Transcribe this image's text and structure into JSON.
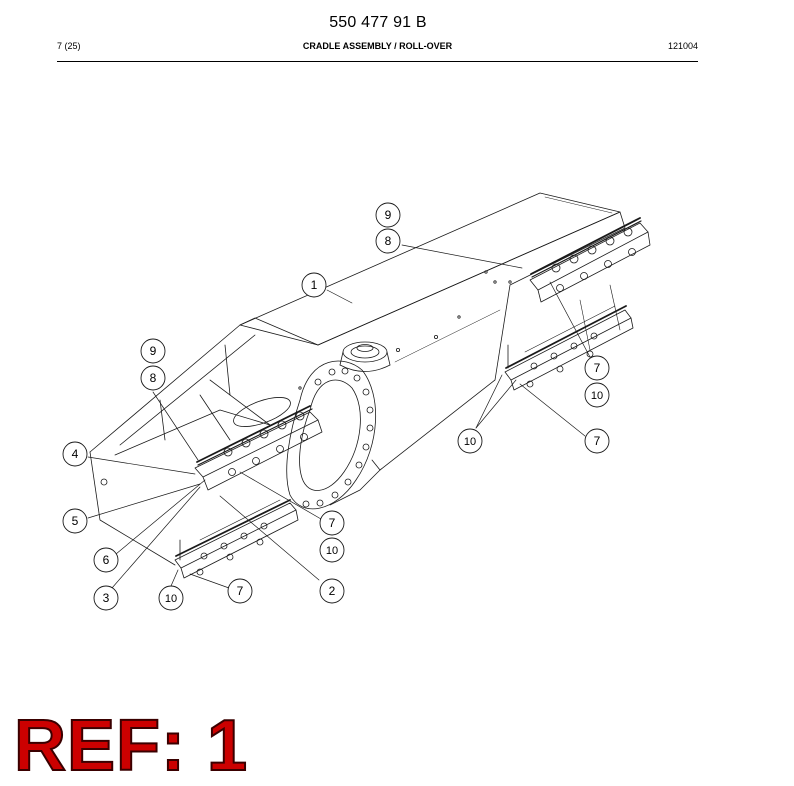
{
  "header": {
    "doc_number": "550 477 91 B",
    "page_ref": "7 (25)",
    "section_title": "CRADLE ASSEMBLY / ROLL-OVER",
    "date_code": "121004"
  },
  "callouts": {
    "c1": "1",
    "c2": "2",
    "c3": "3",
    "c4": "4",
    "c5": "5",
    "c6": "6",
    "c7a": "7",
    "c7b": "7",
    "c7c": "7",
    "c7d": "7",
    "c8a": "8",
    "c8b": "8",
    "c9a": "9",
    "c9b": "9",
    "c10a": "10",
    "c10b": "10",
    "c10c": "10",
    "c10d": "10"
  },
  "ref_stamp": "REF: 1",
  "colors": {
    "line": "#1a1a1a",
    "stamp": "#cc0000"
  }
}
